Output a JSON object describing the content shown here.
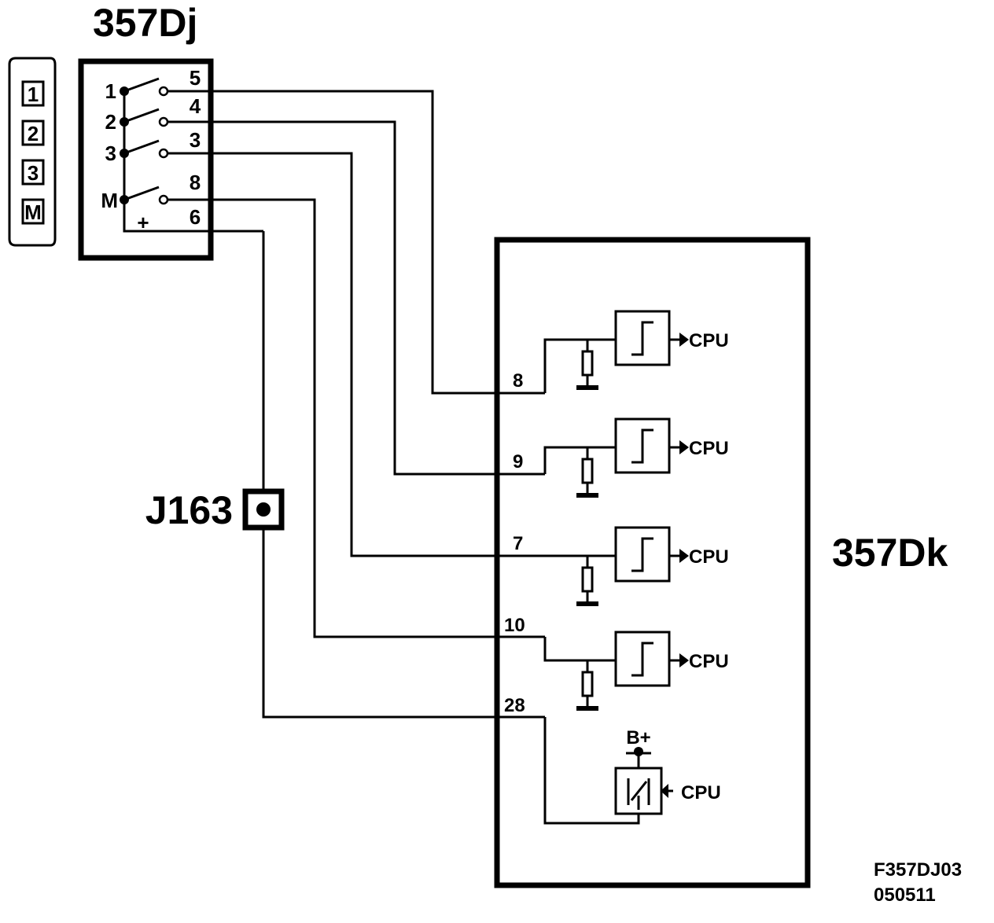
{
  "switch_module": {
    "title": "357Dj",
    "keypad": [
      "1",
      "2",
      "3",
      "M"
    ],
    "inputs": [
      "1",
      "2",
      "3",
      "M"
    ],
    "pins": [
      "5",
      "4",
      "3",
      "8",
      "6"
    ],
    "supply_mark": "+"
  },
  "connector": {
    "label": "J163"
  },
  "control_module": {
    "title": "357Dk",
    "input_pins": [
      "8",
      "9",
      "7",
      "10"
    ],
    "output_pin": "28",
    "cpu_label": "CPU",
    "supply_label": "B+"
  },
  "footer": {
    "code": "F357DJ03",
    "date": "050511"
  }
}
